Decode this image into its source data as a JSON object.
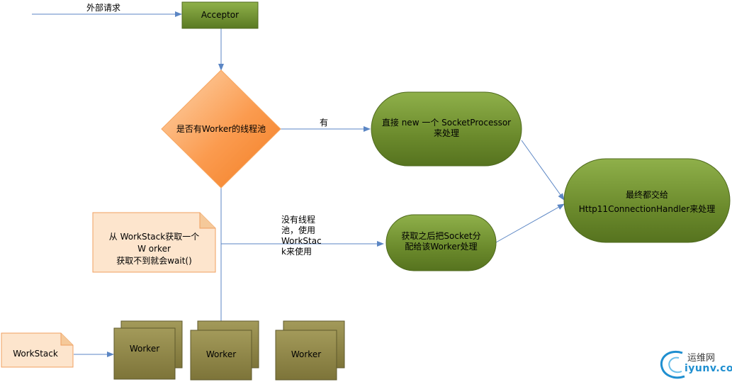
{
  "labels": {
    "external_request": "外部请求",
    "acceptor": "Acceptor",
    "decision": "是否有Worker的线程池",
    "yes_branch": "有",
    "no_branch_lines": [
      "没有线程",
      "池，使用",
      "WorkStac",
      "k来使用"
    ],
    "socket_processor_lines": [
      "直接 new 一个 SocketProcessor",
      "来处理"
    ],
    "worker_assign_lines": [
      "获取之后把Socket分",
      "配给该Worker处理"
    ],
    "final_lines": [
      "最终都交给",
      "Http11ConnectionHandler来处理"
    ],
    "note_lines": [
      "从 WorkStack获取一个",
      "W orker",
      "获取不到就会wait()"
    ],
    "workstack": "WorkStack",
    "workers": [
      "Worker",
      "Worker",
      "Worker"
    ]
  },
  "watermark": {
    "line1": "运维网",
    "line2": "iyunv.com"
  },
  "colors": {
    "arrow": "#5b86c4",
    "green_fill": "#6b8a2c",
    "green_stroke": "#4f6a1e",
    "olive_fill": "#8e8547",
    "olive_stroke": "#5f5a2c",
    "diamond_fill": "#fb9b4f",
    "note_fill": "#fde5cd",
    "note_stroke": "#f0a060"
  }
}
